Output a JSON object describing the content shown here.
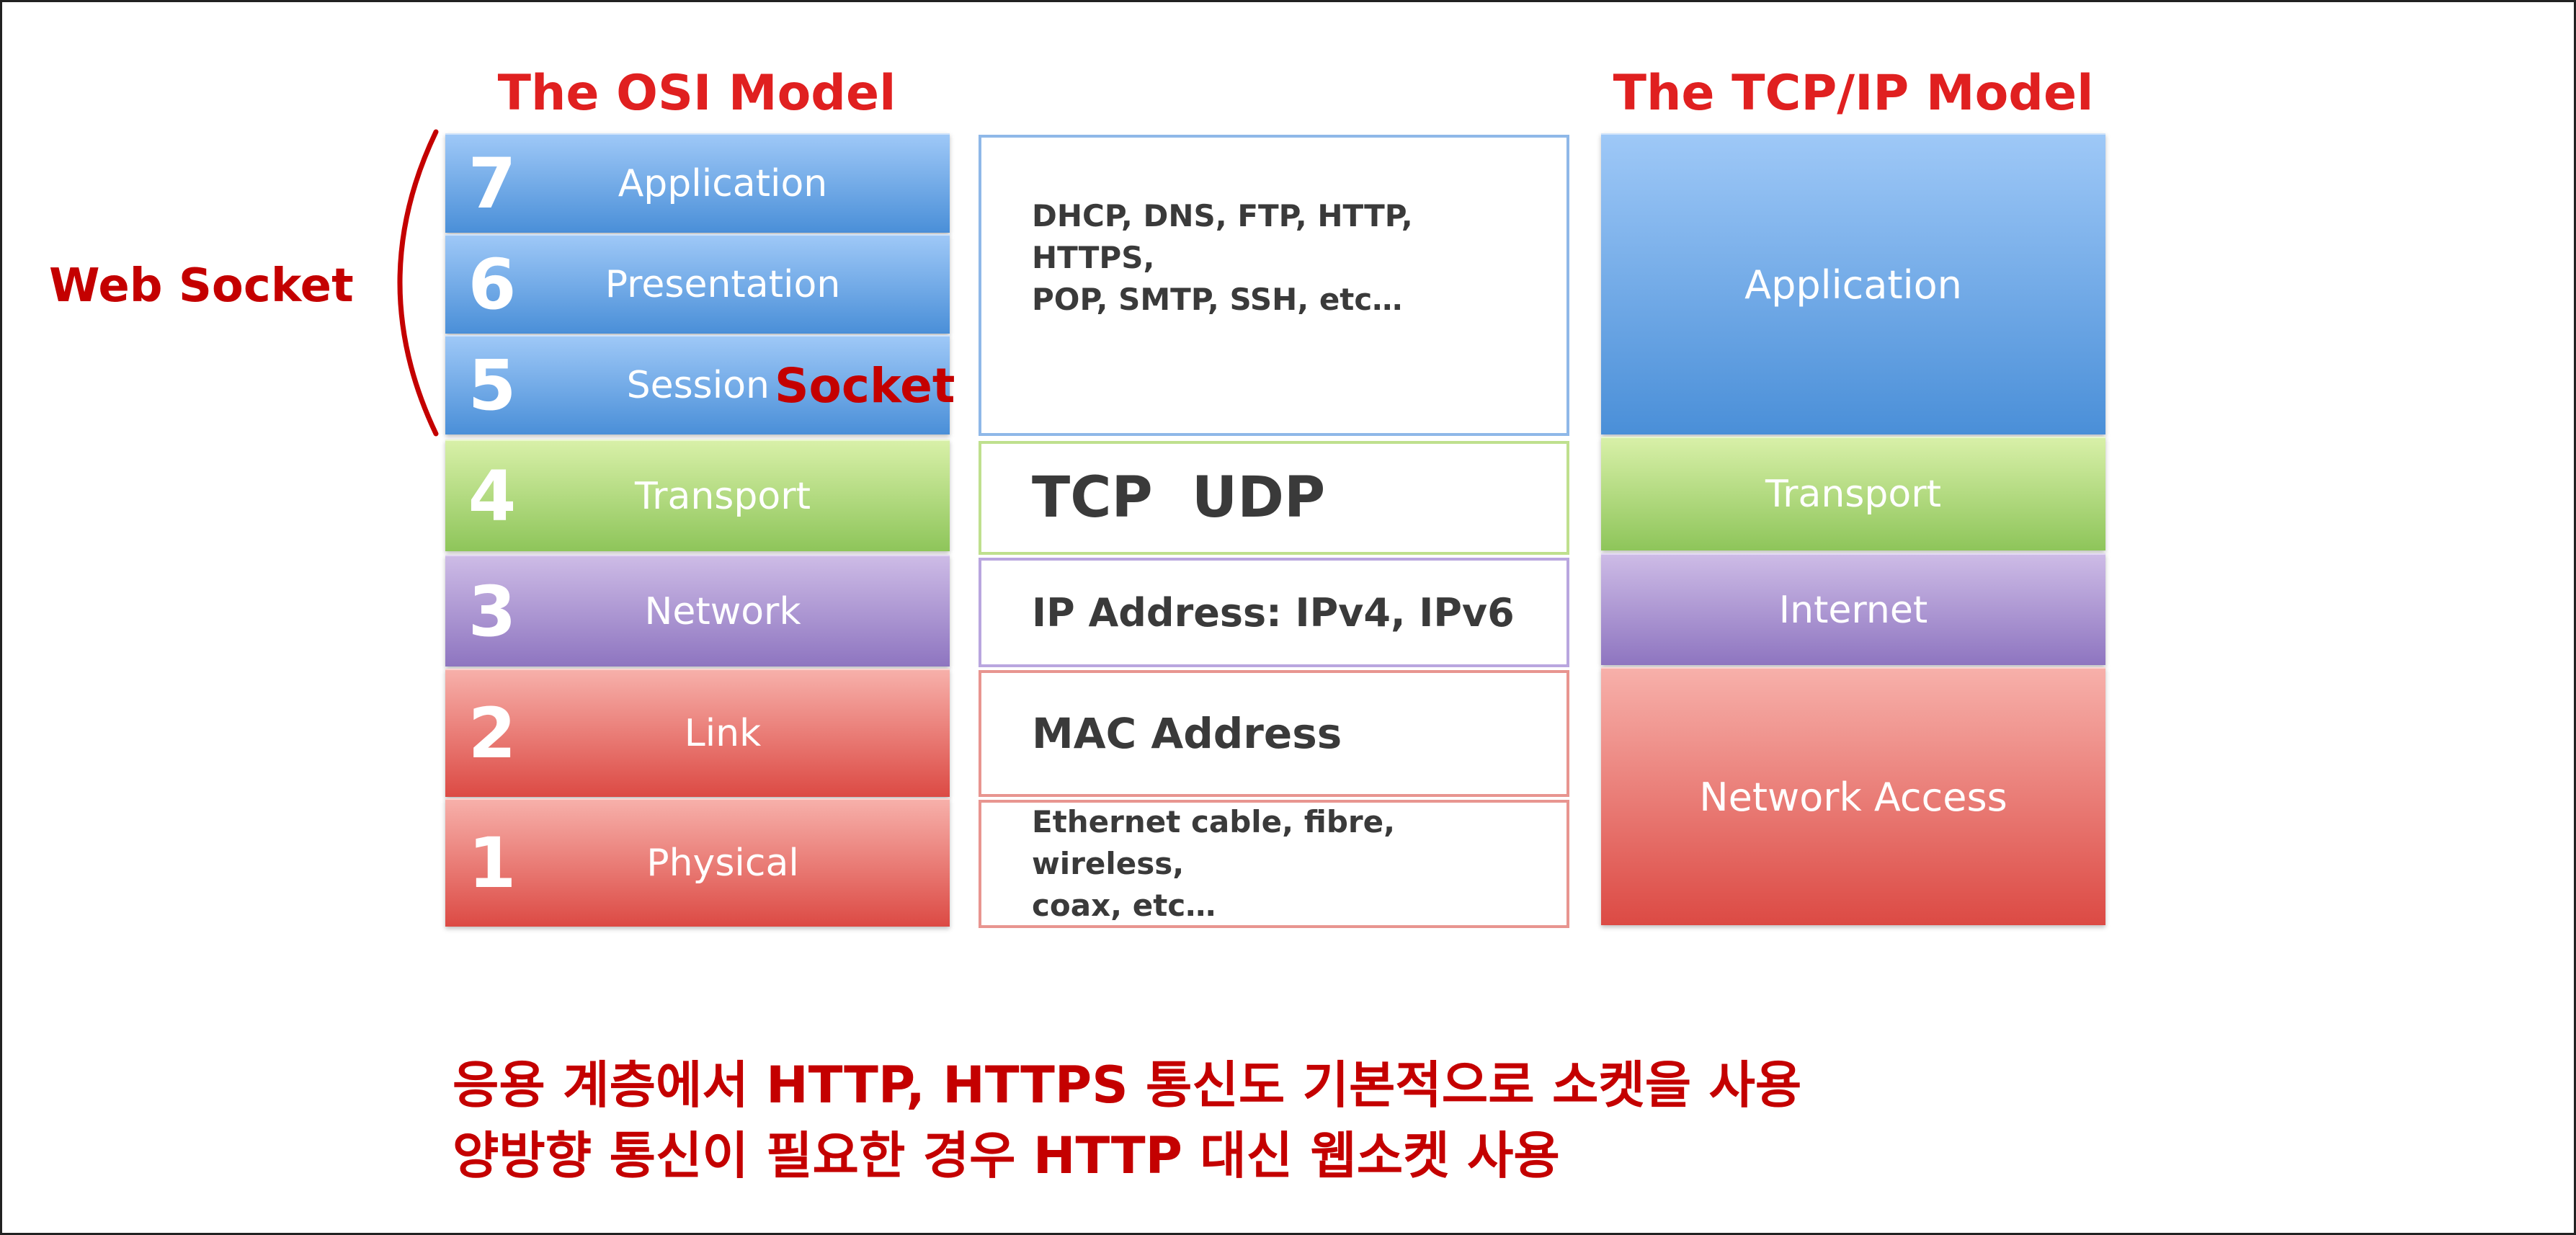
{
  "titles": {
    "osi": "The OSI Model",
    "tcpip": "The TCP/IP Model"
  },
  "web_socket_label": "Web Socket",
  "socket_label": "Socket",
  "osi_layers": [
    {
      "num": "7",
      "name": "Application"
    },
    {
      "num": "6",
      "name": "Presentation"
    },
    {
      "num": "5",
      "name": "Session"
    },
    {
      "num": "4",
      "name": "Transport"
    },
    {
      "num": "3",
      "name": "Network"
    },
    {
      "num": "2",
      "name": "Link"
    },
    {
      "num": "1",
      "name": "Physical"
    }
  ],
  "protocols": {
    "application_line1": "DHCP, DNS, FTP, HTTP, HTTPS,",
    "application_line2": "POP, SMTP, SSH, etc…",
    "transport": "TCP  UDP",
    "network": "IP Address: IPv4, IPv6",
    "link": "MAC Address",
    "physical_line1": "Ethernet cable, fibre, wireless,",
    "physical_line2": "coax, etc…"
  },
  "tcpip_layers": {
    "application": "Application",
    "transport": "Transport",
    "internet": "Internet",
    "network_access": "Network Access"
  },
  "notes": {
    "line1": "응용 계층에서 HTTP, HTTPS 통신도 기본적으로 소켓을 사용",
    "line2": "양방향 통신이 필요한 경우 HTTP 대신 웹소켓 사용"
  },
  "colors": {
    "title_red": "#e02020",
    "note_red": "#c40000",
    "application_blue": "#4a8fd8",
    "transport_green": "#8ec55a",
    "network_purple": "#8e75c0",
    "link_red": "#dc4a44"
  }
}
